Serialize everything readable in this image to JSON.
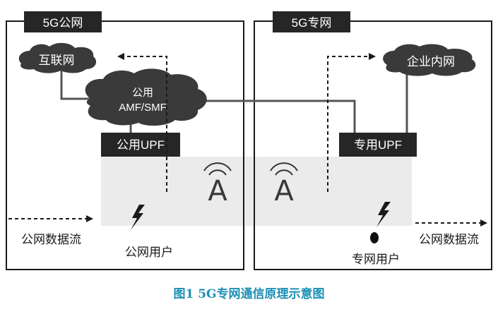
{
  "left_panel": {
    "tab_label": "5G公网",
    "internet_label": "互联网",
    "amf_label_line1": "公用",
    "amf_label_line2": "AMF/SMF",
    "upf_label": "公用UPF",
    "flow_label": "公网数据流",
    "user_label": "公网用户"
  },
  "right_panel": {
    "tab_label": "5G专网",
    "enterprise_label": "企业内网",
    "upf_label": "专用UPF",
    "flow_label": "公网数据流",
    "user_label": "专网用户"
  },
  "antenna_glyph": "A",
  "caption": "图1 5G专网通信原理示意图",
  "colors": {
    "frame": "#1a1a1a",
    "dark_box": "#262626",
    "cloud": "#3a3a3a",
    "coverage": "#ebebeb",
    "caption": "#1c8fb3"
  }
}
